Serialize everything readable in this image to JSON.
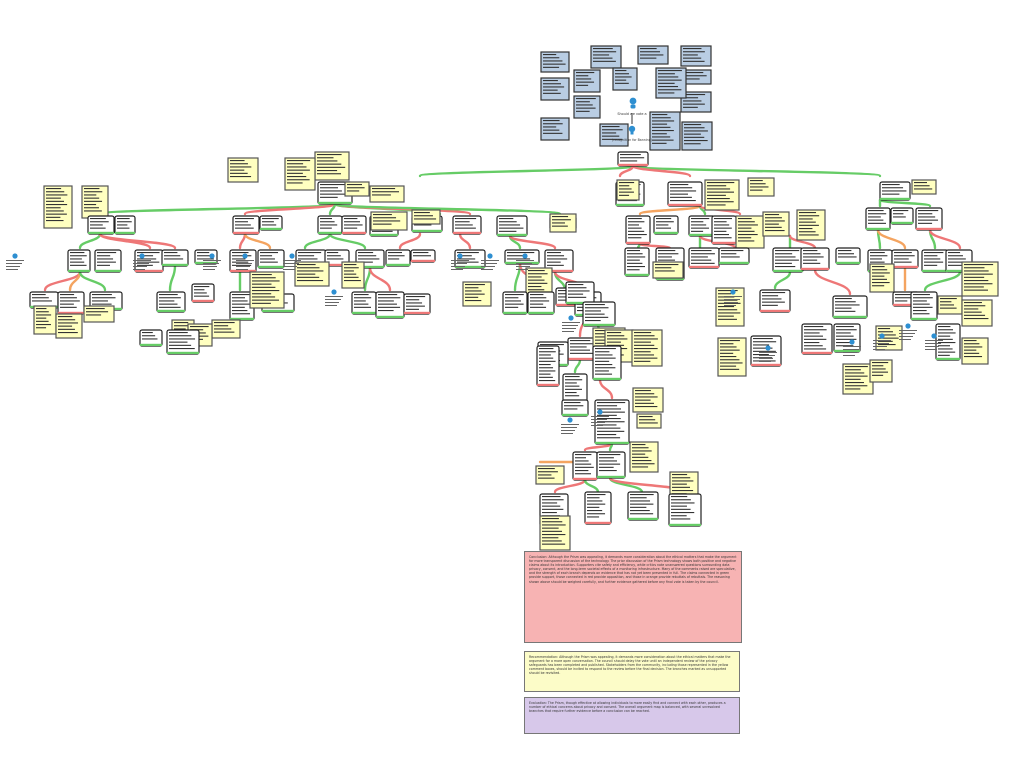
{
  "colors": {
    "support_green": "#66cc66",
    "oppose_red": "#ee7777",
    "rebuttal_orange": "#f4a460",
    "comment_yellow": "#ffffc0",
    "source_blue": "#b9cde3",
    "connector_gray": "#2e8fd1",
    "summary_red": "#f7b3b3",
    "summary_yellow": "#fcfcc8",
    "summary_purple": "#d7c8ea"
  },
  "central_claim": {
    "title": "Should we vote a",
    "subtitle": "(recognition for Banning)"
  },
  "icons": [
    "person-icon",
    "lightbulb-icon"
  ],
  "summary": {
    "conclusion_label": "Conclusion:",
    "conclusion": "Conclusion: Although the Prism was appealing, it demands more consideration about the ethical matters that make the argument for more transparent discussion of the technology. The prior discussion of the Prism technology shows both positive and negative claims about its introduction. Supporters cite safety and efficiency, while critics note unanswered questions surrounding data privacy, consent, and the long-term societal effects of a monitoring infrastructure. Many of the comments raised are speculative, and the strength of each branch depends on evidence that has not yet been presented in full. The claims connected in green provide support, those connected in red provide opposition, and those in orange provide rebuttals of rebuttals. The reasoning shown above should be weighed carefully, and further evidence gathered before any final vote is taken by the council.",
    "recommendation_label": "Recommendation:",
    "recommendation": "Recommendation: Although the Prism was appealing, it demands more consideration about the ethical matters that make the argument for a more open conversation. The council should delay the vote until an independent review of the privacy safeguards has been completed and published. Stakeholders from the community, including those represented in the yellow comment boxes, should be invited to respond to the review before the final decision. The branches marked as unsupported should be revisited.",
    "evaluation_label": "Evaluation:",
    "evaluation": "Evaluation: The Prism, though effective at allowing individuals to more easily find and connect with each other, produces a number of ethical concerns about privacy and consent. The overall argument map is balanced, with several unresolved branches that require further evidence before a conclusion can be reached."
  }
}
